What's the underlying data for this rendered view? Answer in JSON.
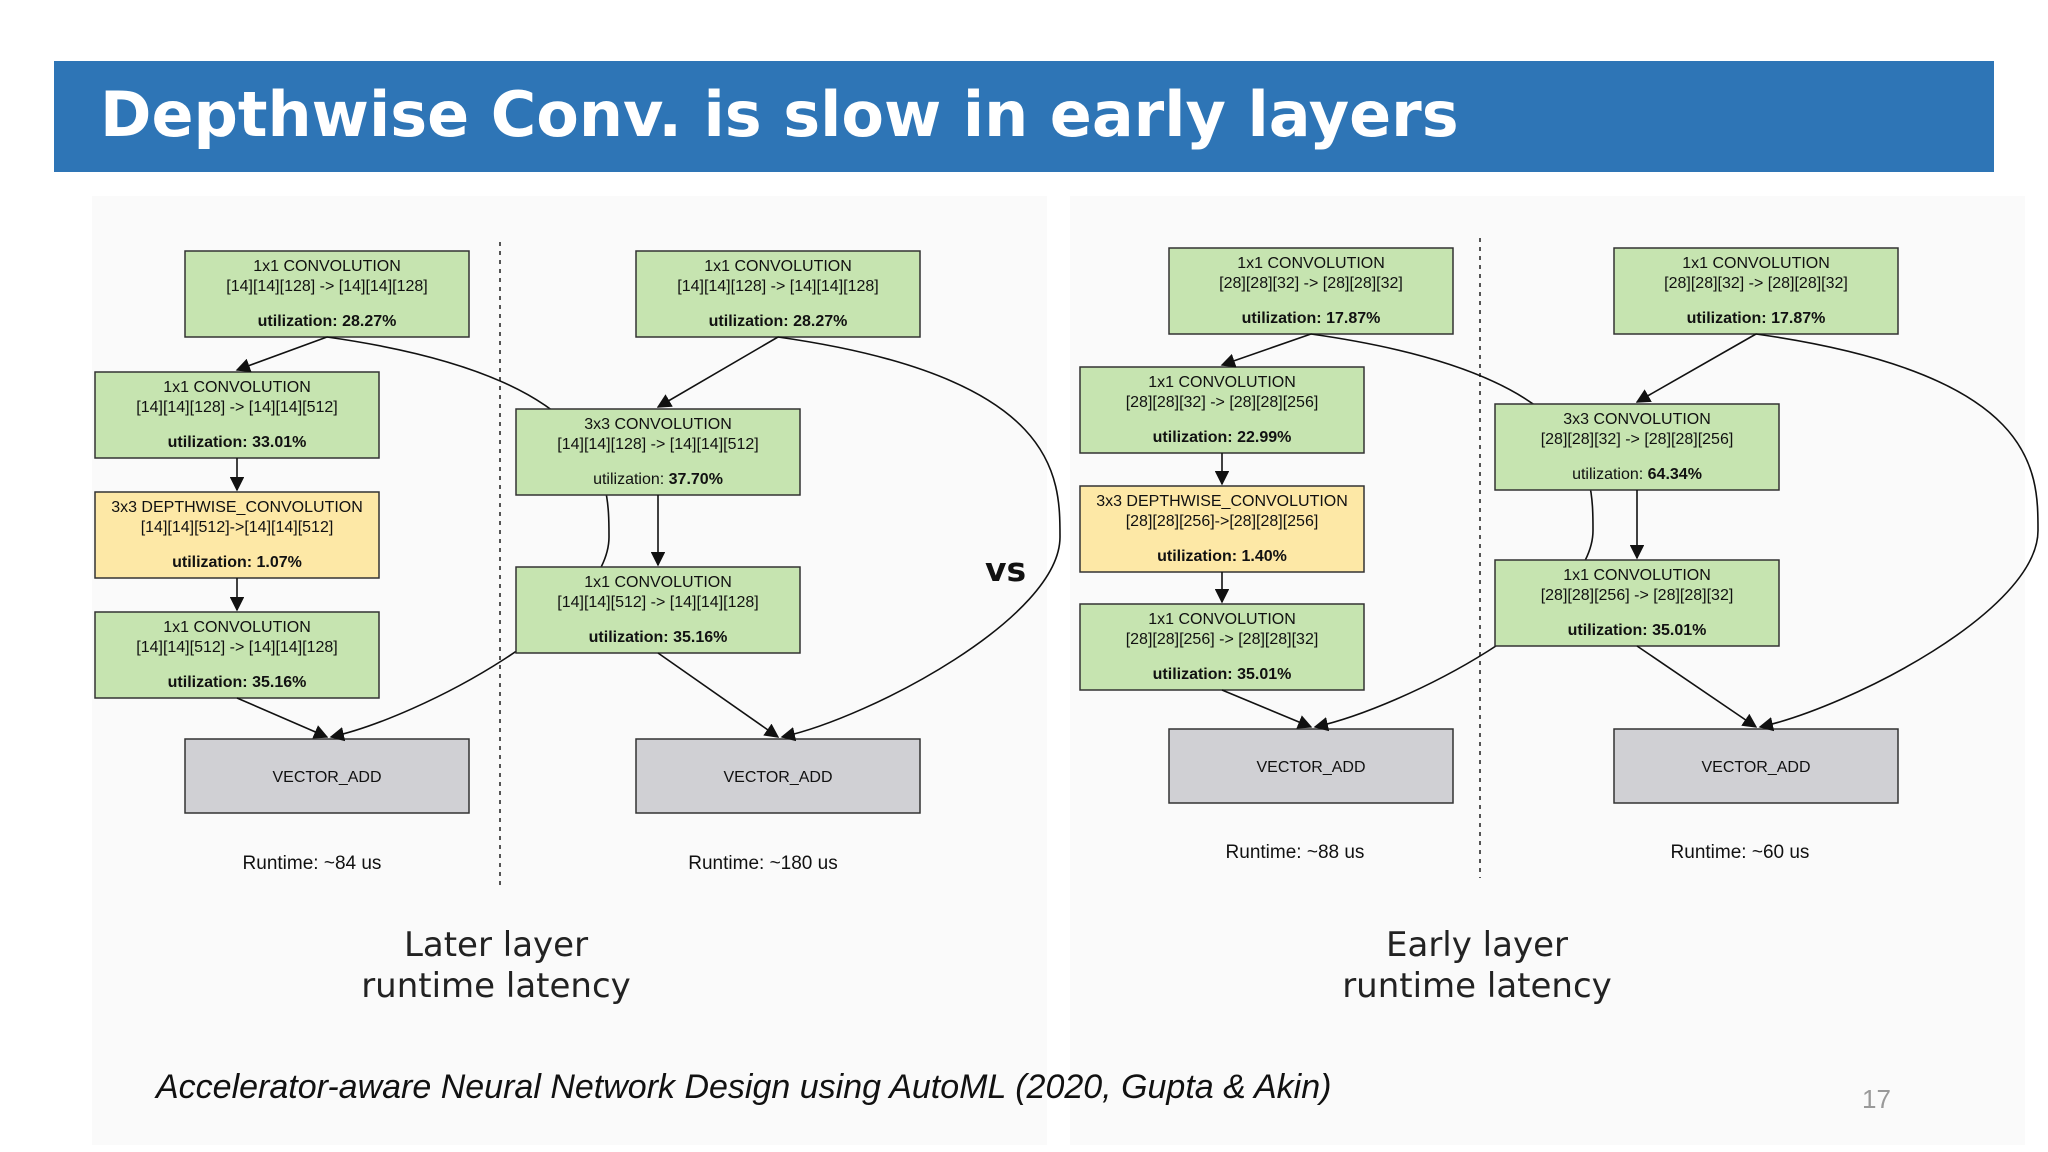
{
  "slide": {
    "title": "Depthwise Conv. is slow in early layers",
    "vs_label": "vs",
    "caption_left": [
      "Later layer",
      "runtime latency"
    ],
    "caption_right": [
      "Early layer",
      "runtime latency"
    ],
    "citation": "Accelerator-aware Neural Network Design using AutoML (2020, Gupta & Akin)",
    "page_number": "17"
  },
  "colors": {
    "accent": "#2e75b6",
    "green": "#c6e4b0",
    "yellow": "#fde8a6",
    "gray": "#d0d0d4"
  },
  "graphs": [
    {
      "runtime": "Runtime: ~84 us",
      "nodes": [
        {
          "kind": "conv",
          "color": "green",
          "lines": [
            "1x1 CONVOLUTION",
            "[14][14][128] -> [14][14][128]"
          ],
          "util_label": "utilization:",
          "util": "28.27%"
        },
        {
          "kind": "conv",
          "color": "green",
          "lines": [
            "1x1 CONVOLUTION",
            "[14][14][128] -> [14][14][512]"
          ],
          "util_label": "utilization:",
          "util": "33.01%"
        },
        {
          "kind": "conv",
          "color": "yellow",
          "lines": [
            "3x3 DEPTHWISE_CONVOLUTION",
            "[14][14][512]->[14][14][512]"
          ],
          "util_label": "utilization:",
          "util": "1.07%"
        },
        {
          "kind": "conv",
          "color": "green",
          "lines": [
            "1x1 CONVOLUTION",
            "[14][14][512] -> [14][14][128]"
          ],
          "util_label": "utilization:",
          "util": "35.16%"
        },
        {
          "kind": "add",
          "color": "gray",
          "lines": [
            "VECTOR_ADD"
          ]
        }
      ]
    },
    {
      "runtime": "Runtime: ~180 us",
      "nodes": [
        {
          "kind": "conv",
          "color": "green",
          "lines": [
            "1x1 CONVOLUTION",
            "[14][14][128] -> [14][14][128]"
          ],
          "util_label": "utilization:",
          "util": "28.27%"
        },
        {
          "kind": "conv",
          "color": "green",
          "lines": [
            "3x3 CONVOLUTION",
            "[14][14][128] -> [14][14][512]"
          ],
          "util_label": "utilization:",
          "util": "37.70%"
        },
        {
          "kind": "conv",
          "color": "green",
          "lines": [
            "1x1 CONVOLUTION",
            "[14][14][512] -> [14][14][128]"
          ],
          "util_label": "utilization:",
          "util": "35.16%"
        },
        {
          "kind": "add",
          "color": "gray",
          "lines": [
            "VECTOR_ADD"
          ]
        }
      ]
    },
    {
      "runtime": "Runtime: ~88 us",
      "nodes": [
        {
          "kind": "conv",
          "color": "green",
          "lines": [
            "1x1 CONVOLUTION",
            "[28][28][32] -> [28][28][32]"
          ],
          "util_label": "utilization:",
          "util": "17.87%"
        },
        {
          "kind": "conv",
          "color": "green",
          "lines": [
            "1x1 CONVOLUTION",
            "[28][28][32] -> [28][28][256]"
          ],
          "util_label": "utilization:",
          "util": "22.99%"
        },
        {
          "kind": "conv",
          "color": "yellow",
          "lines": [
            "3x3 DEPTHWISE_CONVOLUTION",
            "[28][28][256]->[28][28][256]"
          ],
          "util_label": "utilization:",
          "util": "1.40%"
        },
        {
          "kind": "conv",
          "color": "green",
          "lines": [
            "1x1 CONVOLUTION",
            "[28][28][256] -> [28][28][32]"
          ],
          "util_label": "utilization:",
          "util": "35.01%"
        },
        {
          "kind": "add",
          "color": "gray",
          "lines": [
            "VECTOR_ADD"
          ]
        }
      ]
    },
    {
      "runtime": "Runtime: ~60 us",
      "nodes": [
        {
          "kind": "conv",
          "color": "green",
          "lines": [
            "1x1 CONVOLUTION",
            "[28][28][32] -> [28][28][32]"
          ],
          "util_label": "utilization:",
          "util": "17.87%"
        },
        {
          "kind": "conv",
          "color": "green",
          "lines": [
            "3x3 CONVOLUTION",
            "[28][28][32] -> [28][28][256]"
          ],
          "util_label": "utilization:",
          "util": "64.34%"
        },
        {
          "kind": "conv",
          "color": "green",
          "lines": [
            "1x1 CONVOLUTION",
            "[28][28][256] -> [28][28][32]"
          ],
          "util_label": "utilization:",
          "util": "35.01%"
        },
        {
          "kind": "add",
          "color": "gray",
          "lines": [
            "VECTOR_ADD"
          ]
        }
      ]
    }
  ]
}
